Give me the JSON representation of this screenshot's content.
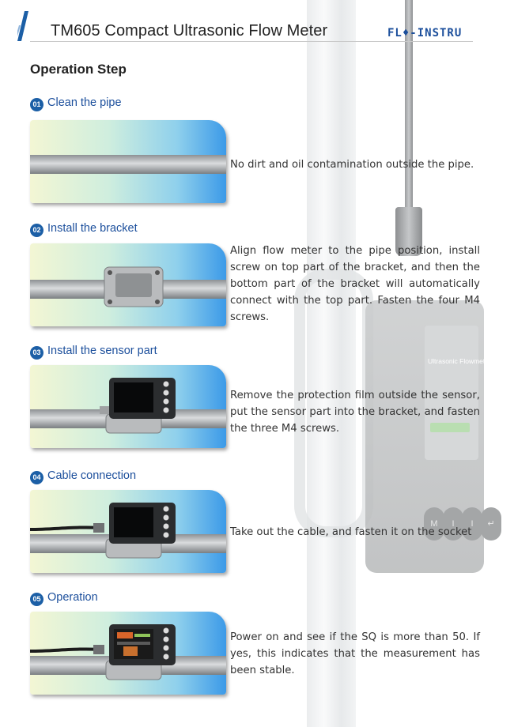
{
  "header": {
    "title": "TM605 Compact Ultrasonic Flow Meter",
    "logo_text": "FL♦-INSTRU",
    "accent_color": "#1c5fa6"
  },
  "section": {
    "title": "Operation Step"
  },
  "background": {
    "screen_title": "Ultrasonic Flowmeter",
    "buttons": [
      "M",
      "I",
      "I",
      "↵"
    ]
  },
  "steps": [
    {
      "num": "01",
      "label": "Clean the pipe",
      "description": "No dirt and oil contamination outside the pipe."
    },
    {
      "num": "02",
      "label": "Install the bracket",
      "description": "Align flow meter to the pipe position, install screw on top part of the bracket, and then the bottom part of the bracket will automatically connect with the top part. Fasten the four M4 screws."
    },
    {
      "num": "03",
      "label": "Install the sensor part",
      "description": "Remove the protection film outside the sensor, put the sensor part into the bracket, and fasten the three M4 screws."
    },
    {
      "num": "04",
      "label": "Cable connection",
      "description": "Take out the cable, and fasten it on the socket"
    },
    {
      "num": "05",
      "label": "Operation",
      "description": "Power on and see if the SQ is more than 50.  If yes, this indicates that the measurement has been stable."
    }
  ]
}
